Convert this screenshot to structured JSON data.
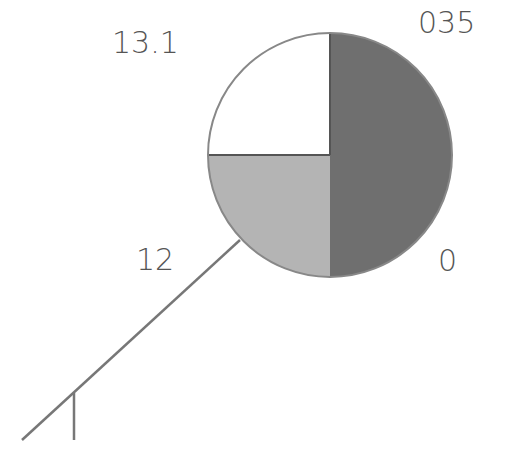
{
  "diagram": {
    "labels": [
      "13.1",
      "035",
      "12",
      "0"
    ]
  }
}
